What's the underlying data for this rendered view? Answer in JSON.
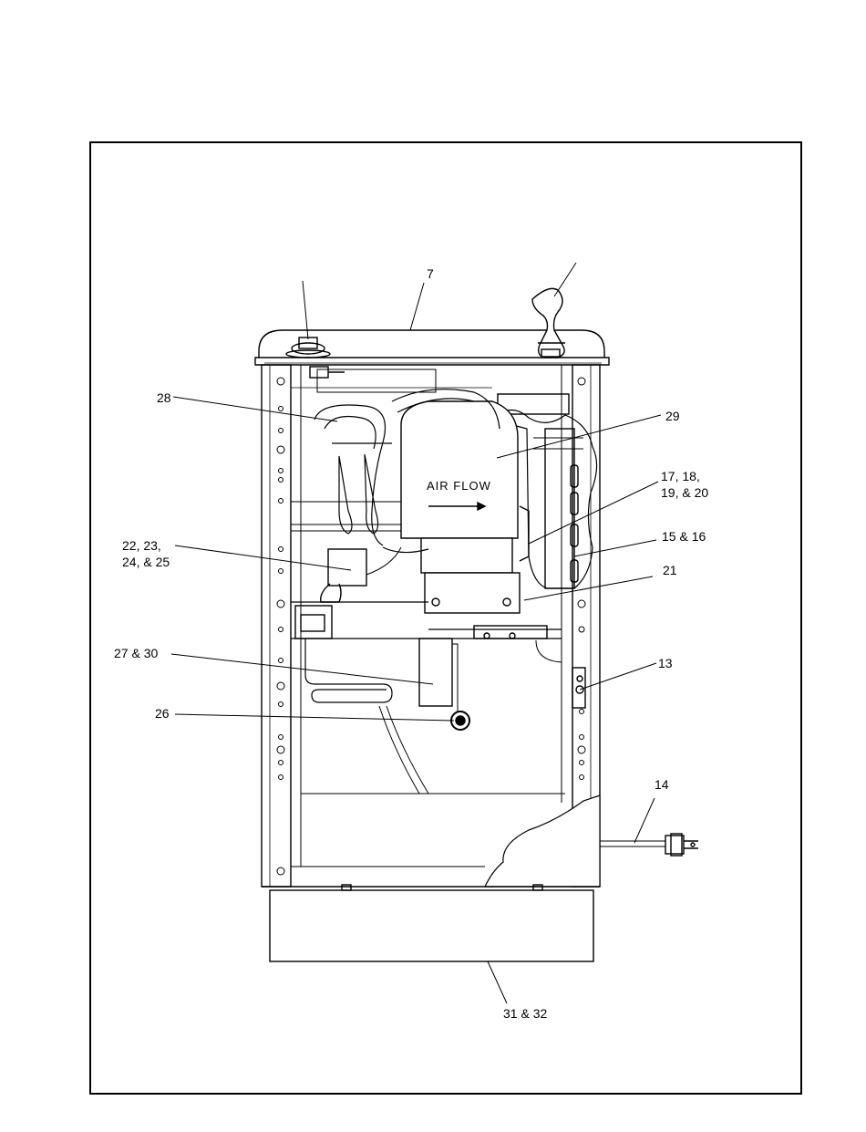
{
  "diagram": {
    "airflow_text": "AIR FLOW",
    "callouts": {
      "c7": "7",
      "c28": "28",
      "c29": "29",
      "c17": "17, 18,",
      "c17b": "19, & 20",
      "c15": "15 & 16",
      "c21": "21",
      "c22": "22, 23,",
      "c22b": "24, & 25",
      "c27": "27 & 30",
      "c13": "13",
      "c26": "26",
      "c14": "14",
      "c31": "31 & 32"
    }
  }
}
